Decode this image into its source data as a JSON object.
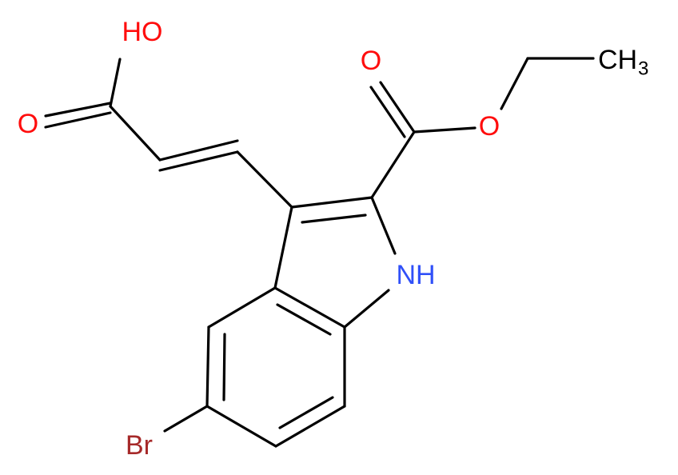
{
  "molecule": {
    "colors": {
      "bond": "#000000",
      "oxygen": "#ff0d0d",
      "nitrogen": "#3050f8",
      "bromine": "#a62929",
      "carbon": "#000000"
    },
    "labels": {
      "hydroxyl": "HO",
      "acid_carbonyl_o": "O",
      "ester_carbonyl_o": "O",
      "ester_ether_o": "O",
      "methyl_main": "CH",
      "methyl_sub": "3",
      "indole_nh": "NH",
      "bromine": "Br"
    }
  }
}
